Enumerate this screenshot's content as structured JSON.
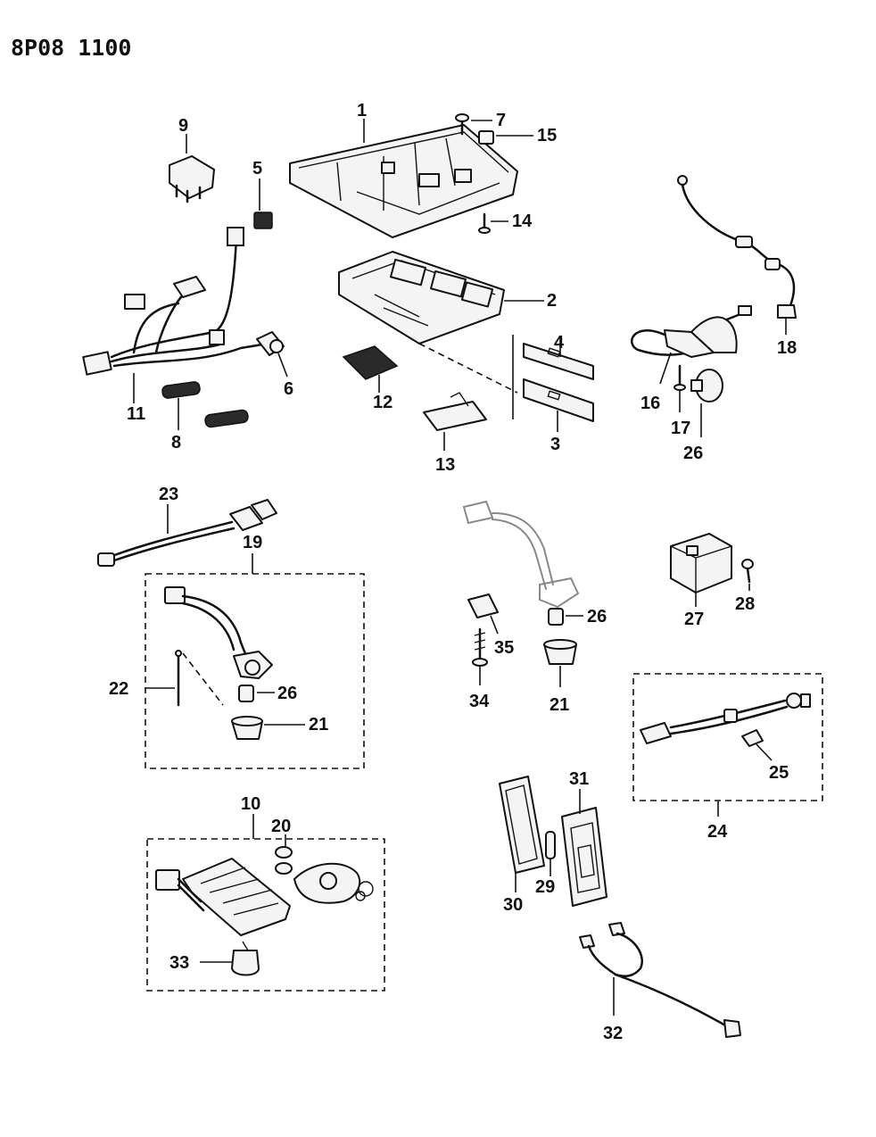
{
  "diagram_id": "8P08 1100",
  "callouts": {
    "c1": "1",
    "c2": "2",
    "c3": "3",
    "c4": "4",
    "c5": "5",
    "c6": "6",
    "c7": "7",
    "c8": "8",
    "c9": "9",
    "c10": "10",
    "c11": "11",
    "c12": "12",
    "c13": "13",
    "c14": "14",
    "c15": "15",
    "c16": "16",
    "c17": "17",
    "c18": "18",
    "c19": "19",
    "c20": "20",
    "c21a": "21",
    "c21b": "21",
    "c22": "22",
    "c23": "23",
    "c24": "24",
    "c25": "25",
    "c26a": "26",
    "c26b": "26",
    "c26c": "26",
    "c27": "27",
    "c28": "28",
    "c29": "29",
    "c30": "30",
    "c31": "31",
    "c32": "32",
    "c33": "33",
    "c34": "34",
    "c35": "35"
  }
}
